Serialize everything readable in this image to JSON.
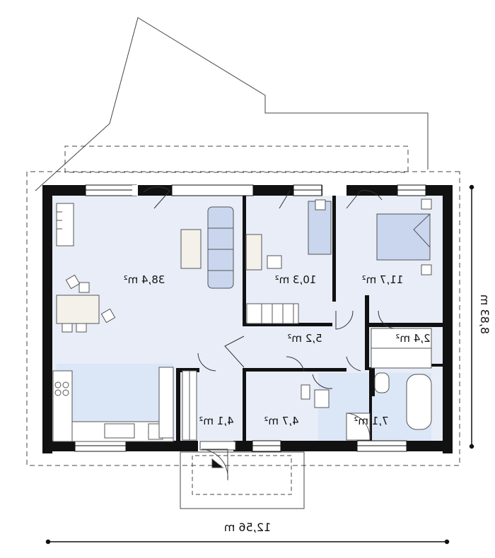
{
  "rooms": [
    {
      "id": "living",
      "area": "38,4 m²"
    },
    {
      "id": "study",
      "area": "10,3 m²"
    },
    {
      "id": "bedroom",
      "area": "11,7 m²"
    },
    {
      "id": "hall",
      "area": "5,2 m²"
    },
    {
      "id": "closet",
      "area": "2,4 m²"
    },
    {
      "id": "vestibule",
      "area": "4,1 m²"
    },
    {
      "id": "wc",
      "area": "4,7 m²"
    },
    {
      "id": "bathroom",
      "area": "7,1 m²"
    }
  ],
  "dimensions": {
    "width": "12,56 m",
    "depth": "8,83 m"
  },
  "colors": {
    "wall": "#111111",
    "floor_tint": "#e8edf7",
    "tile": "#dbe6f7",
    "furniture": "#c9d6ee",
    "line": "#444444"
  },
  "plan_orientation": "mirrored"
}
